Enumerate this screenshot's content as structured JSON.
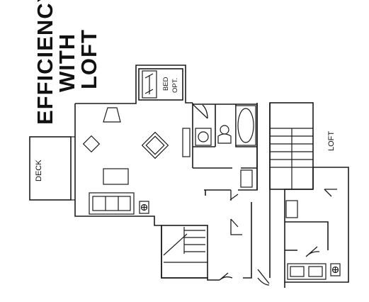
{
  "title": {
    "line1": "EFFICIENCY",
    "line2": "WITH",
    "line3": "LOFT"
  },
  "labels": {
    "deck": "DECK",
    "bed_opt_line1": "BED",
    "bed_opt_line2": "OPT.",
    "loft": "LOFT"
  },
  "icons": {
    "main_floor_heater": "heater-icon",
    "loft_heater": "heater-icon",
    "toilet": "toilet-icon",
    "bathtub": "bathtub-icon",
    "sofa": "sofa-icon"
  }
}
